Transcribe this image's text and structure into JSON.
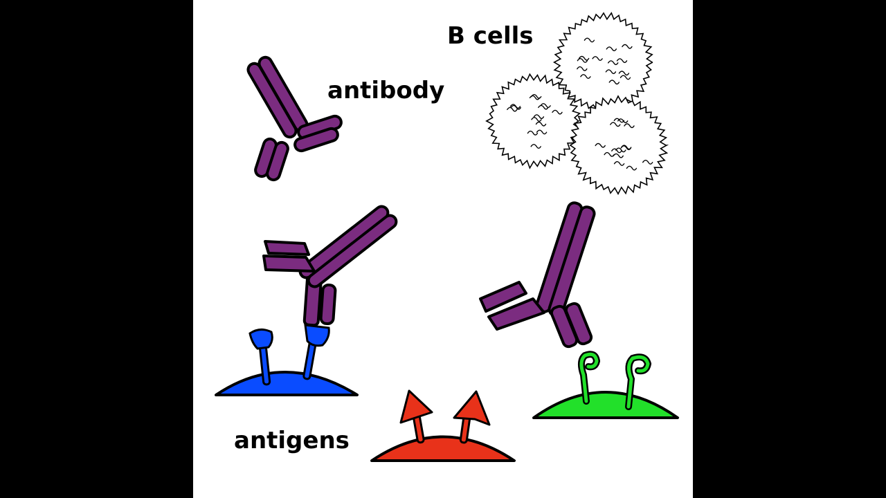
{
  "labels": {
    "b_cells": "B cells",
    "antibody": "antibody",
    "antigens": "antigens"
  },
  "colors": {
    "antibody": "#7B2C80",
    "blue_antigen": "#0A4CFF",
    "red_antigen": "#E8321A",
    "green_antigen": "#22E02A",
    "outline": "#000000"
  },
  "icons": [
    "antibody-icon",
    "b-cell-icon",
    "antigen-blue-icon",
    "antigen-red-icon",
    "antigen-green-icon"
  ]
}
